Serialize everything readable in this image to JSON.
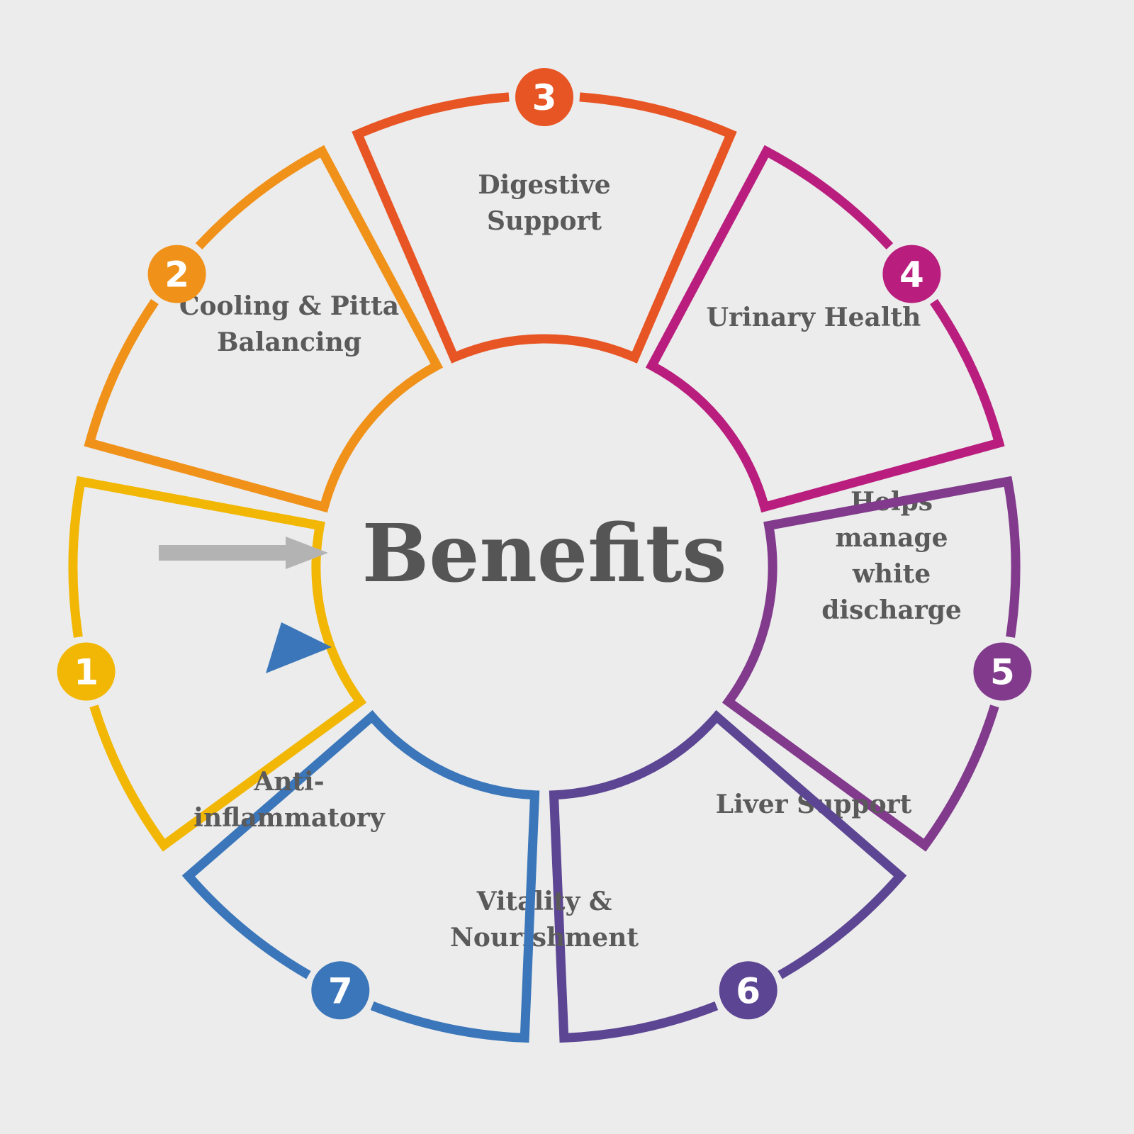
{
  "title": "Benefits",
  "colors": {
    "background": "#ececec",
    "text": "#5a5a5a",
    "title": "#555555",
    "arrow": "#b3b3b3"
  },
  "segments": [
    {
      "number": "1",
      "label_lines": [
        "Cooling & Pitta",
        "Balancing"
      ],
      "color": "#f2b705"
    },
    {
      "number": "2",
      "label_lines": [
        "Digestive",
        "Support"
      ],
      "color": "#f0921a"
    },
    {
      "number": "3",
      "label_lines": [
        "Urinary Health"
      ],
      "color": "#e85524"
    },
    {
      "number": "4",
      "label_lines": [
        "Helps",
        "manage",
        "white",
        "discharge"
      ],
      "color": "#b91e7e"
    },
    {
      "number": "5",
      "label_lines": [
        "Liver Support"
      ],
      "color": "#813a8c"
    },
    {
      "number": "6",
      "label_lines": [
        "Vitality &",
        "Nourishment"
      ],
      "color": "#5c4593"
    },
    {
      "number": "7",
      "label_lines": [
        "Anti-",
        "inflammatory"
      ],
      "color": "#3a76b9"
    }
  ]
}
